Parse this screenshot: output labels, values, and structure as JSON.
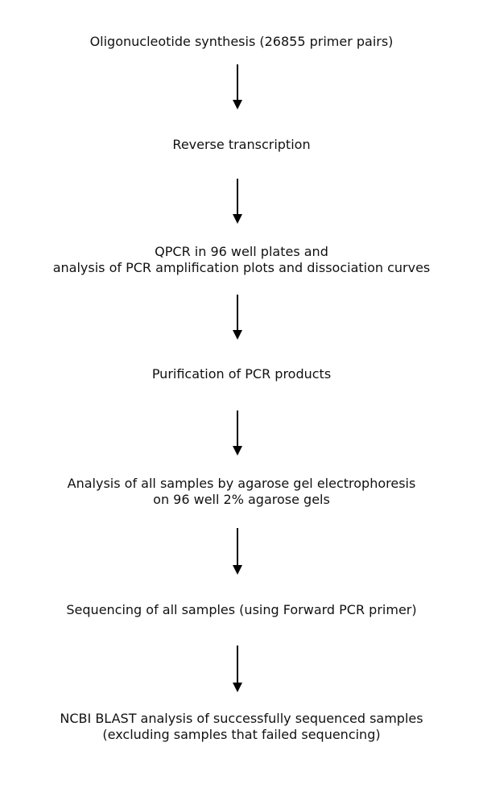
{
  "flowchart": {
    "steps": [
      {
        "lines": [
          "Oligonucleotide synthesis (26855 primer pairs)"
        ]
      },
      {
        "lines": [
          "Reverse transcription"
        ]
      },
      {
        "lines": [
          "QPCR in 96 well plates and",
          "analysis of PCR amplification plots and dissociation curves"
        ]
      },
      {
        "lines": [
          "Purification of PCR products"
        ]
      },
      {
        "lines": [
          "Analysis of all samples by agarose gel electrophoresis",
          "on 96 well 2% agarose gels"
        ]
      },
      {
        "lines": [
          "Sequencing of all samples (using Forward PCR primer)"
        ]
      },
      {
        "lines": [
          "NCBI BLAST analysis of successfully sequenced samples",
          "(excluding samples that failed sequencing)"
        ]
      }
    ]
  }
}
